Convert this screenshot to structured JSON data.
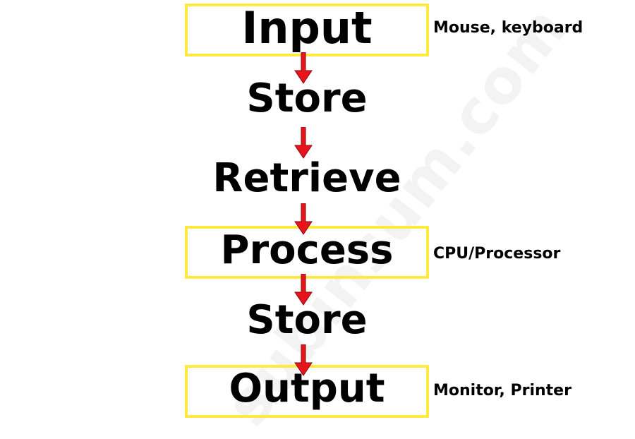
{
  "watermark": "subinsum.com",
  "colors": {
    "box_border": "#ffea3d",
    "arrow": "#e8141c",
    "text": "#000000"
  },
  "steps": [
    {
      "label": "Input",
      "note": "Mouse, keyboard"
    },
    {
      "label": "Store"
    },
    {
      "label": "Retrieve"
    },
    {
      "label": "Process",
      "note": "CPU/Processor"
    },
    {
      "label": "Store"
    },
    {
      "label": "Output",
      "note": "Monitor, Printer"
    }
  ]
}
